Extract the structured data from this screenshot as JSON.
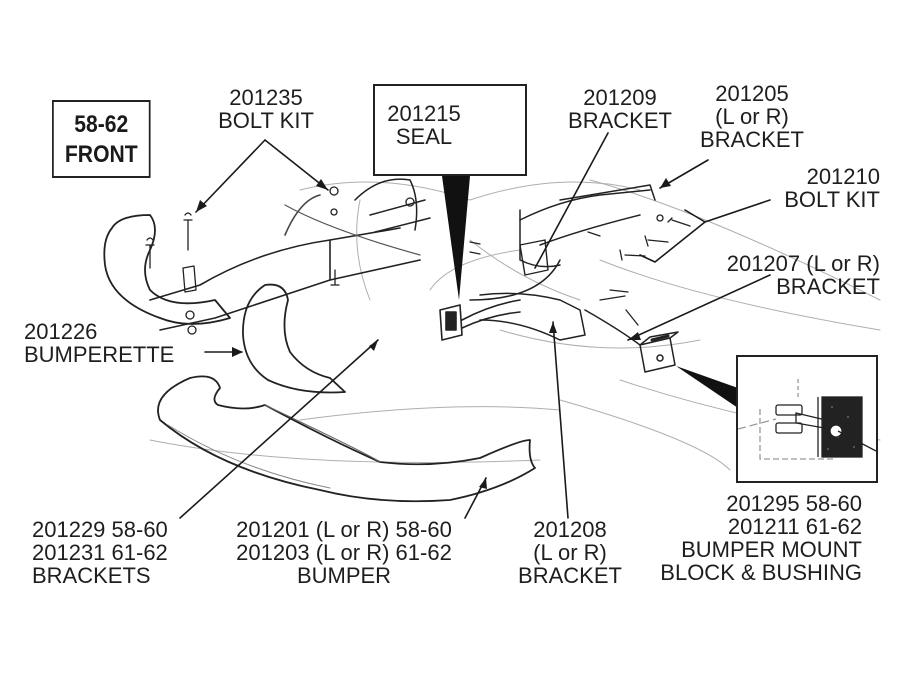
{
  "diagram": {
    "title": {
      "line1": "58-62",
      "line2": "FRONT"
    },
    "callouts": {
      "bolt_kit_front": {
        "part": "201235",
        "desc": "BOLT KIT"
      },
      "seal": {
        "part": "201215",
        "desc": "SEAL"
      },
      "bracket_201209": {
        "part": "201209",
        "desc": "BRACKET"
      },
      "bracket_201205": {
        "part": "201205",
        "side": "(L or R)",
        "desc": "BRACKET"
      },
      "bolt_kit_201210": {
        "part": "201210",
        "desc": "BOLT KIT"
      },
      "bracket_201207": {
        "line1": "201207 (L or R)",
        "desc": "BRACKET"
      },
      "bumperette": {
        "part": "201226",
        "desc": "BUMPERETTE"
      },
      "brackets_201229": {
        "line1": "201229 58-60",
        "line2": "201231 61-62",
        "desc": "BRACKETS"
      },
      "bumper": {
        "line1": "201201 (L or R) 58-60",
        "line2": "201203 (L or R) 61-62",
        "desc": "BUMPER"
      },
      "bracket_201208": {
        "part": "201208",
        "side": "(L or R)",
        "desc": "BRACKET"
      },
      "mount_block": {
        "line1": "201295 58-60",
        "line2": "201211 61-62",
        "line3": "BUMPER MOUNT",
        "line4": "BLOCK & BUSHING"
      }
    }
  }
}
